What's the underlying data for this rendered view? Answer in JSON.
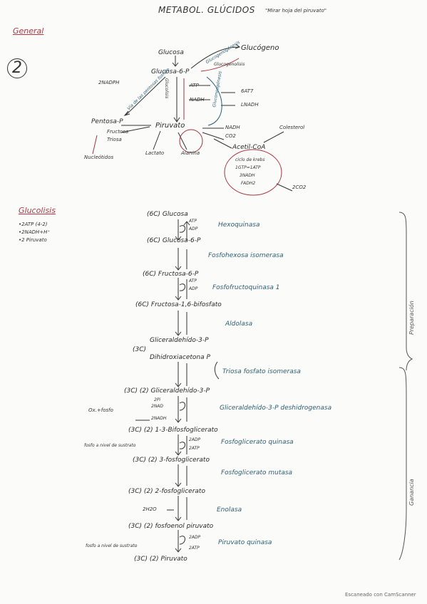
{
  "title": {
    "main": "METABOL. GLÚCIDOS",
    "sub": "\"Mirar hoja del piruvato\""
  },
  "general": {
    "header": "General",
    "number": "2",
    "nodes": {
      "glucosa": "Glucosa",
      "glucogeno": "Glucógeno",
      "glucogenogenesis": "Glucogenogénesis",
      "glucogenolisis": "Glucogenolisis",
      "g6p": "Glucosa-6-P",
      "nadph": "2NADPH",
      "via": "Vía de las pentosas fosfato",
      "atp": "ATP",
      "nadh": "NADH",
      "glucolisis_v": "Glucolisis",
      "gluconeogenesis_v": "Gluconeogénesis",
      "sat": "6AT7",
      "lnadh": "LNADH",
      "pentosa": "Pentosa-P",
      "fructosa": "Fructosa",
      "triosa": "Triosa",
      "nucleotidos": "Nucleótidos",
      "piruvato": "Piruvato",
      "lactato": "Lactato",
      "alanina": "Alanina",
      "nadh2": "NADH",
      "co2": "CO2",
      "acetil": "Acetil-CoA",
      "colesterol": "Colesterol",
      "krebs": [
        "ciclo de krebs",
        "1GTP=1ATP",
        "3NADH",
        "FADH2"
      ],
      "co2b": "2CO2"
    }
  },
  "glucolisis": {
    "header": "Glucolisis",
    "summary": [
      "•2ATP (4-2)",
      "•2NADH+H⁺",
      "•2 Piruvato"
    ],
    "steps": [
      {
        "label": "(6C) Glucosa",
        "cofactor": [
          "ATP",
          "ADP"
        ],
        "enzyme": "Hexoquinasa"
      },
      {
        "label": "(6C) Glucosa-6-P",
        "cofactor": [],
        "enzyme": "Fosfohexosa isomerasa"
      },
      {
        "label": "(6C) Fructosa-6-P",
        "cofactor": [
          "ATP",
          "ADP"
        ],
        "enzyme": "Fosfofructoquinasa 1"
      },
      {
        "label": "(6C) Fructosa-1,6-bifosfato",
        "cofactor": [],
        "enzyme": "Aldolasa"
      },
      {
        "label": "Gliceraldehído-3-P",
        "cofactor": [],
        "enzyme": ""
      },
      {
        "label": "Dihidroxiacetona P",
        "cofactor": [],
        "enzyme": "Triosa fosfato isomerasa"
      },
      {
        "label": "(3C) (2) Gliceraldehído-3-P",
        "cofactor": [
          "2Pi",
          "2NAD",
          "2NADH"
        ],
        "enzyme": "Gliceraldehído-3-P deshidrogenasa"
      },
      {
        "label": "(3C) (2) 1-3-Bifosfoglicerato",
        "cofactor": [
          "2ADP",
          "2ATP"
        ],
        "enzyme": "Fosfoglicerato quinasa"
      },
      {
        "label": "(3C) (2) 3-fosfoglicerato",
        "cofactor": [],
        "enzyme": "Fosfoglicerato mutasa"
      },
      {
        "label": "(3C) (2) 2-fosfoglicerato",
        "cofactor": [
          "2H2O"
        ],
        "enzyme": "Enolasa"
      },
      {
        "label": "(3C) (2) fosfoenol piruvato",
        "cofactor": [
          "2ADP",
          "2ATP"
        ],
        "enzyme": "Piruvato quinasa"
      },
      {
        "label": "(3C) (2) Piruvato",
        "cofactor": [],
        "enzyme": ""
      }
    ],
    "side_notes": {
      "ox_fosfo": "Ox.+fosfo",
      "fosfo1": "fosfo a nivel de sustrato",
      "fosfo2": "fosfo a nivel de sustrato",
      "fase1": "Preparación",
      "fase2": "Ganancia",
      "dihidroxi_prefix": "(3C)"
    }
  },
  "footer": "Escaneado con CamScanner"
}
